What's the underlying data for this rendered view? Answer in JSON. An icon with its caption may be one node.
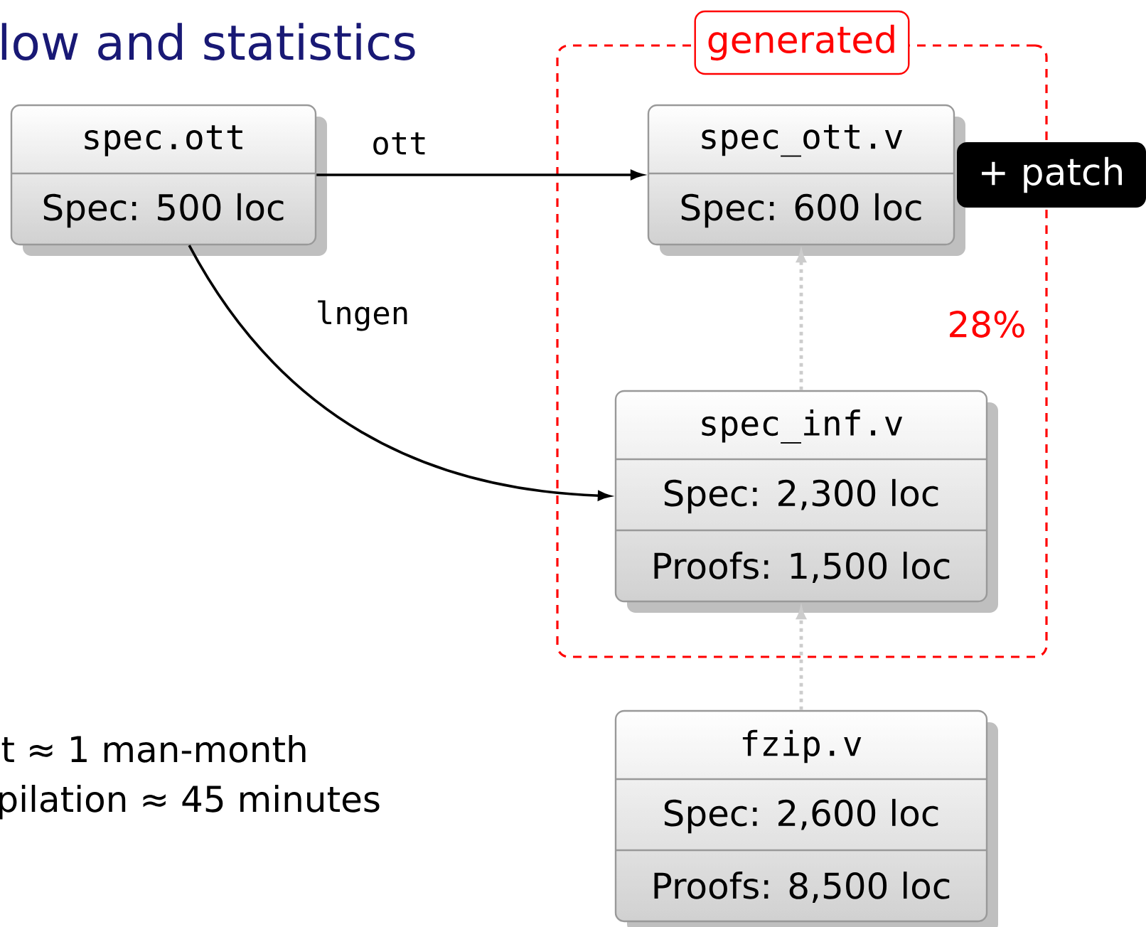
{
  "diagram": {
    "title": "low and statistics",
    "nodes": [
      {
        "text": [
          "generated"
        ]
      },
      {
        "text": [
          "spec.ott",
          "Spec: 500 loc"
        ]
      },
      {
        "text": [
          "spec_ott.v",
          "Spec: 600 loc"
        ],
        "in": 0
      },
      {
        "text": [
          "spec_inf.v",
          "Spec: 2,300 loc",
          "Proofs: 1,500 loc"
        ],
        "in": 0
      },
      {
        "text": [
          "fzip.v",
          "Spec: 2,600 loc",
          "Proofs: 8,500 loc"
        ]
      },
      {
        "text": [
          "+ patch"
        ]
      }
    ],
    "edges": [
      {
        "from": 1,
        "to": 2,
        "arrow": "to",
        "label": "ott"
      },
      {
        "from": 1,
        "to": 3,
        "arrow": "to",
        "label": "lngen"
      },
      {
        "from": 3,
        "to": 2,
        "arrow": "to",
        "style": "dashed",
        "color": "#cccccc"
      },
      {
        "from": 4,
        "to": 3,
        "arrow": "to",
        "style": "dashed",
        "color": "#cccccc"
      }
    ],
    "labels": [
      "28%",
      "t ≈ 1 man-month",
      "pilation ≈ 45 minutes"
    ]
  }
}
